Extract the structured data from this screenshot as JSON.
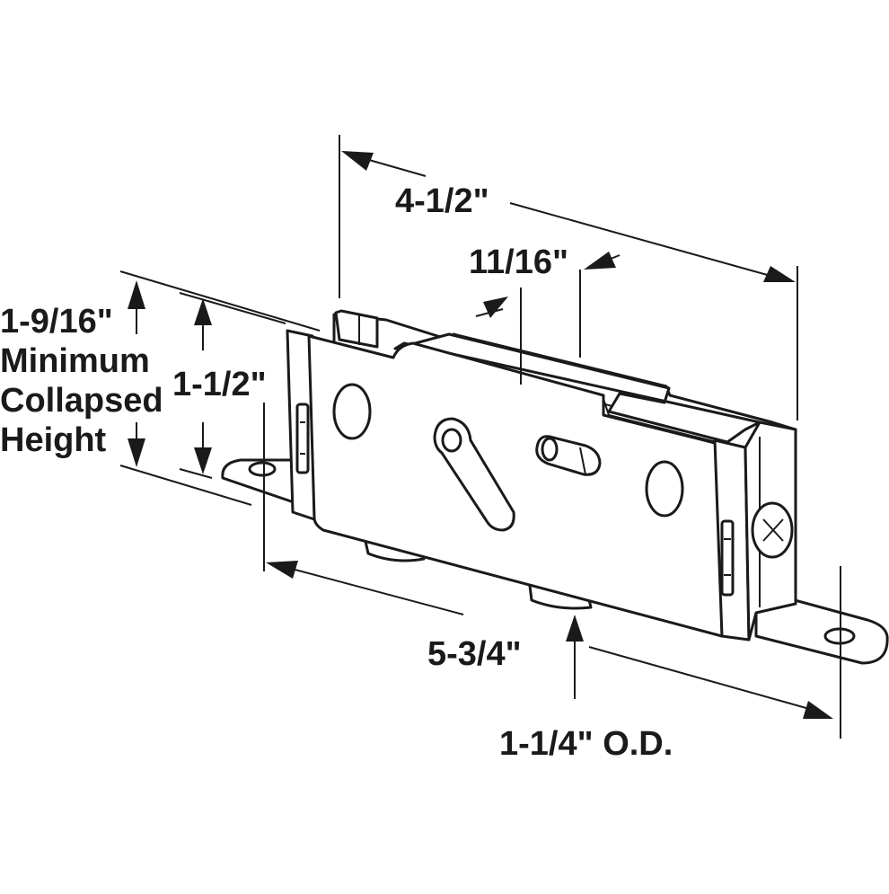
{
  "dimensions": {
    "overall_length": "5-3/4\"",
    "housing_length": "4-1/2\"",
    "housing_width": "11/16\"",
    "housing_height": "1-1/2\"",
    "min_collapsed_height": {
      "value": "1-9/16\"",
      "line2": "Minimum",
      "line3": "Collapsed",
      "line4": "Height"
    },
    "wheel_diameter": "1-1/4\" O.D."
  },
  "colors": {
    "ink": "#1a1a1a",
    "background": "#ffffff"
  }
}
